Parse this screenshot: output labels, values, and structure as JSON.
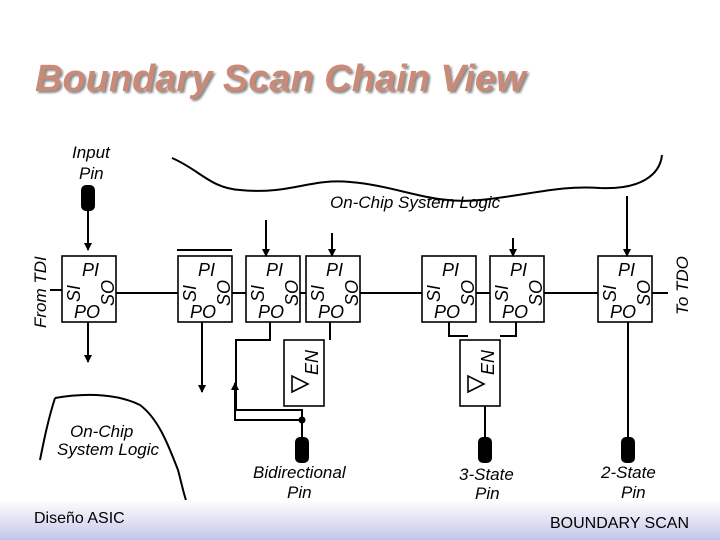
{
  "title": "Boundary Scan Chain View",
  "diagram": {
    "input_pin_label": [
      "Input",
      "Pin"
    ],
    "from_tdi": "From TDI",
    "to_tdo": "To TDO",
    "system_logic_top": "On-Chip System Logic",
    "system_logic_bottom": [
      "On-Chip",
      "System Logic"
    ],
    "cell": {
      "si": "SI",
      "so": "SO",
      "pi": "PI",
      "po": "PO"
    },
    "enable": "EN",
    "pins": {
      "bidirectional": [
        "Bidirectional",
        "Pin"
      ],
      "three_state": [
        "3-State",
        "Pin"
      ],
      "two_state": [
        "2-State",
        "Pin"
      ]
    }
  },
  "footer": {
    "left": "Diseño ASIC",
    "right": "BOUNDARY SCAN"
  }
}
